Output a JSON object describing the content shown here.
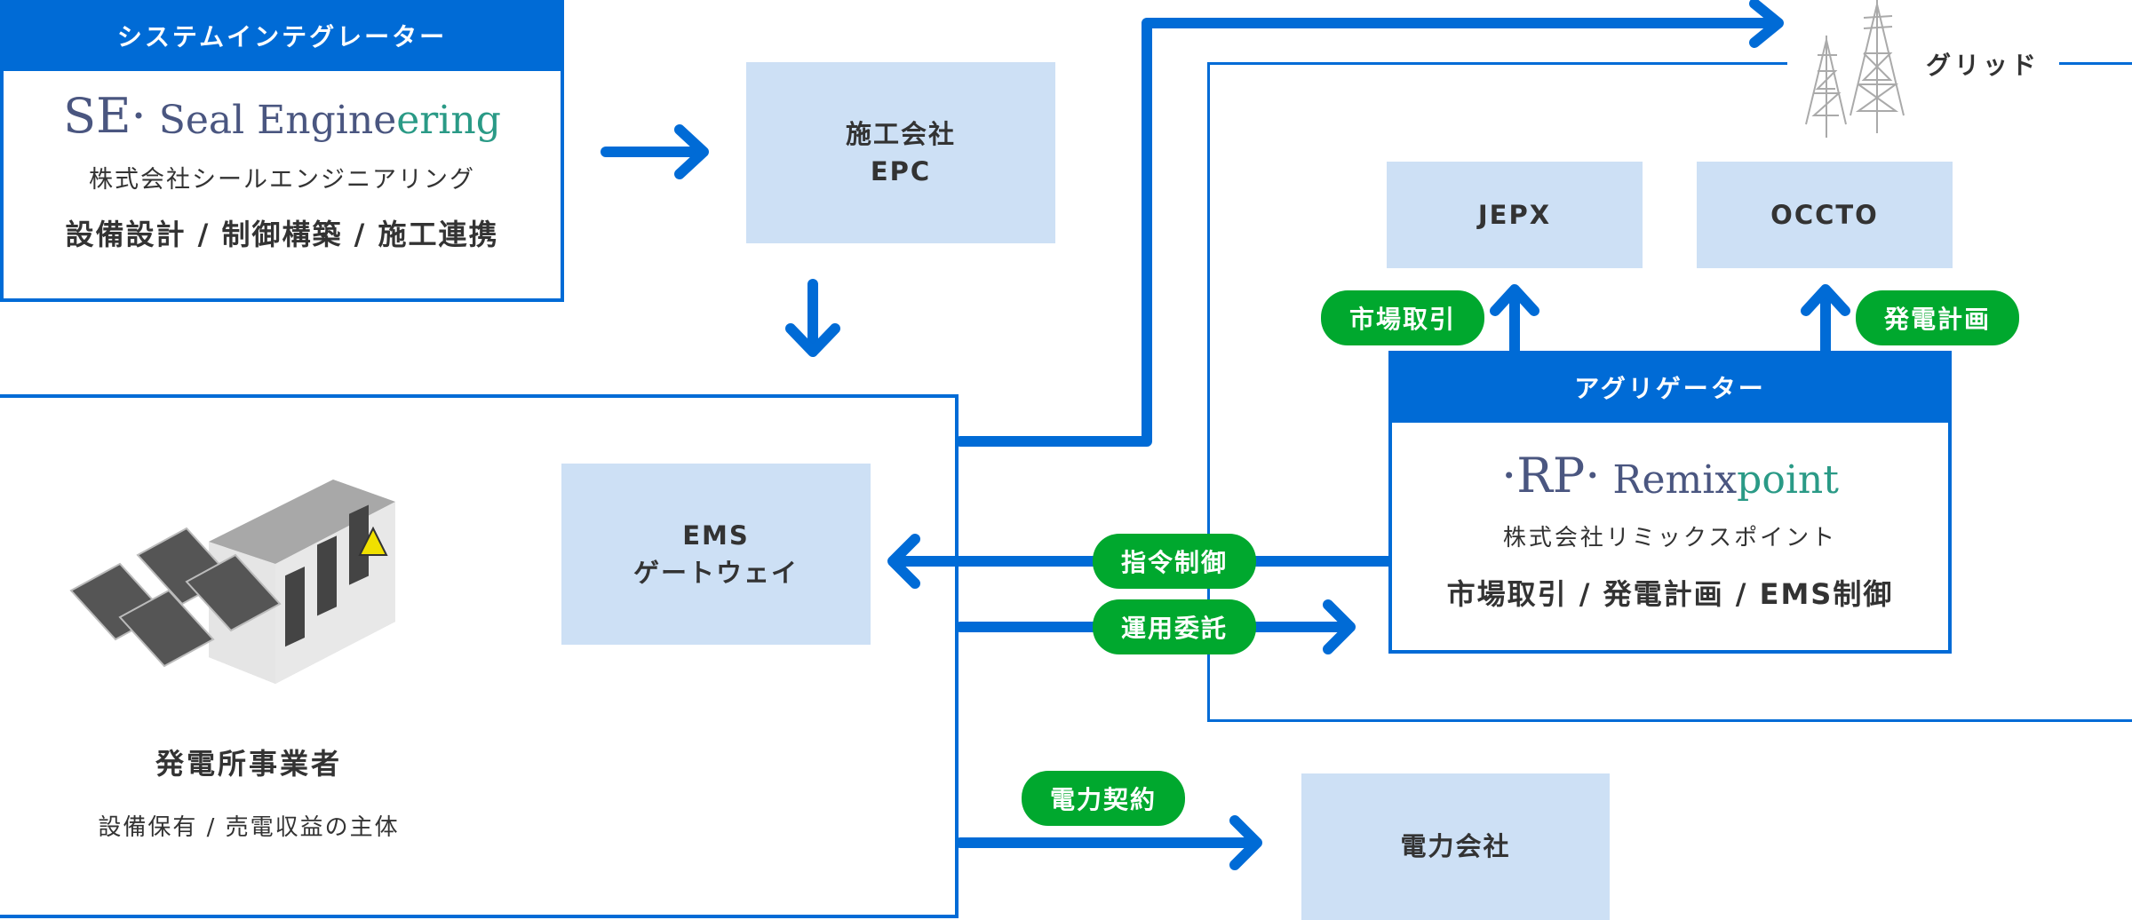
{
  "system_integrator": {
    "header": "システムインテグレーター",
    "logo_mark": "SE·",
    "logo_name_part1": "Seal Engine",
    "logo_name_part2": "ering",
    "company_name": "株式会社シールエンジニアリング",
    "roles": "設備設計 / 制御構築 / 施工連携"
  },
  "epc": {
    "line1": "施工会社",
    "line2": "EPC"
  },
  "plant_operator": {
    "title": "発電所事業者",
    "subtitle": "設備保有 / 売電収益の主体",
    "illustration": "solar-panels-and-battery-storage"
  },
  "ems_gateway": {
    "line1": "EMS",
    "line2": "ゲートウェイ"
  },
  "grid": {
    "label": "グリッド",
    "icon": "transmission-tower-icon"
  },
  "markets": [
    {
      "name": "JEPX",
      "flow_label": "市場取引"
    },
    {
      "name": "OCCTO",
      "flow_label": "発電計画"
    }
  ],
  "aggregator": {
    "header": "アグリゲーター",
    "logo_mark": "·RP·",
    "logo_name_part1": "Remix",
    "logo_name_part2": "point",
    "company_name": "株式会社リミックスポイント",
    "roles": "市場取引 / 発電計画 / EMS制御"
  },
  "flows": {
    "command_control": "指令制御",
    "operation_delegation": "運用委託",
    "power_contract": "電力契約"
  },
  "power_company": {
    "name": "電力会社"
  },
  "colors": {
    "primary_blue": "#006bd6",
    "light_box": "#cde0f5",
    "flow_green": "#00a82e",
    "text_dark": "#333333",
    "logo_navy": "#4a5680",
    "logo_teal": "#2a9a86"
  }
}
